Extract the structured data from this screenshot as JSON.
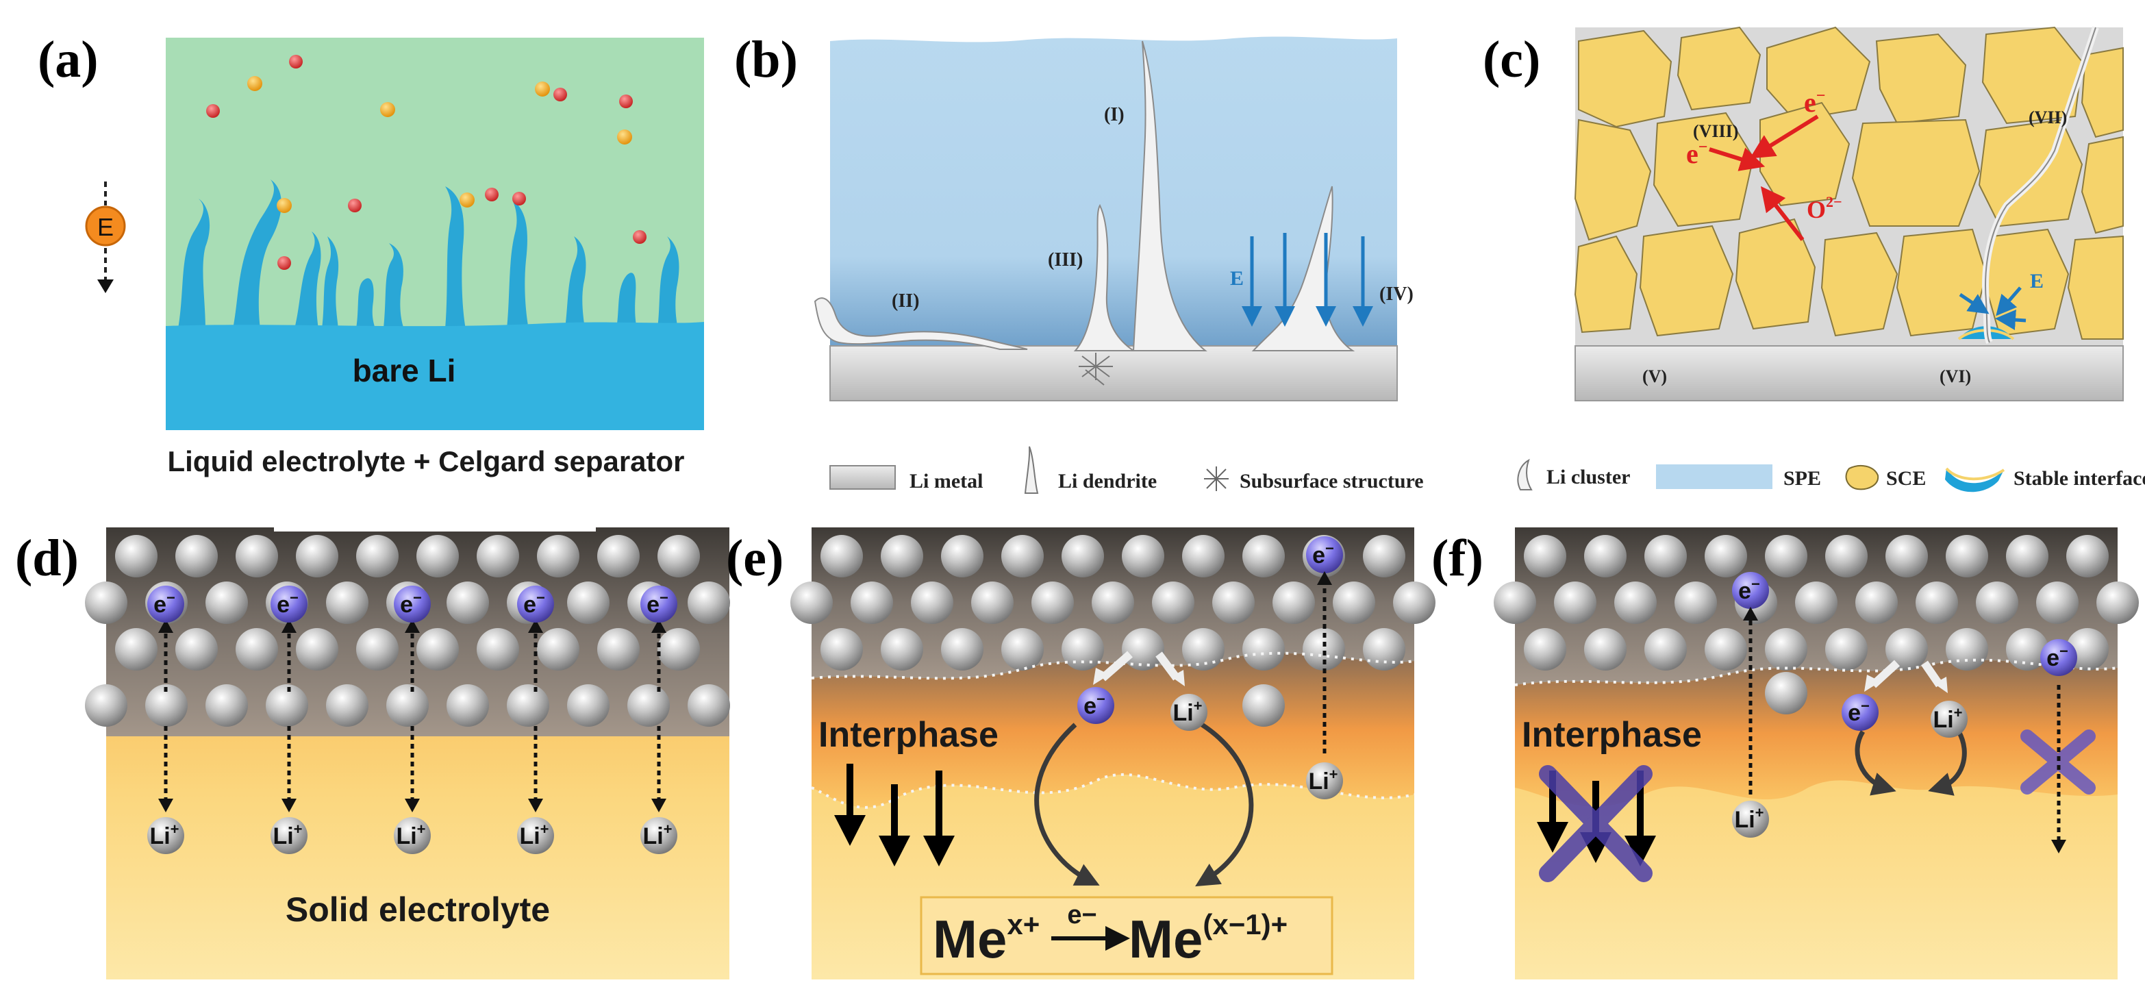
{
  "panels": {
    "a": {
      "label": "(a)",
      "field_label": "E",
      "metal_label": "bare Li",
      "caption": "Liquid electrolyte + Celgard separator",
      "colors": {
        "electrolyte": "#a8ddb5",
        "lithium": "#33b3e0",
        "dendrite": "#2aa7d6"
      }
    },
    "b": {
      "label": "(b)",
      "roman": [
        "(I)",
        "(II)",
        "(III)",
        "(IV)"
      ],
      "field_label": "E",
      "colors": {
        "spe": "#b7d8ef",
        "metal": "#cfcfcf"
      }
    },
    "c": {
      "label": "(c)",
      "roman": [
        "(V)",
        "(VI)",
        "(VII)",
        "(VIII)"
      ],
      "electron": "e",
      "electron_sup": "−",
      "oxide": "O",
      "oxide_sup": "2−",
      "field_label": "E",
      "colors": {
        "sce": "#f5d36b",
        "arrow": "#e02020"
      }
    },
    "d": {
      "label": "(d)",
      "electron": "e",
      "electron_sup": "−",
      "ion": "Li",
      "ion_sup": "+",
      "electrolyte_label": "Solid electrolyte"
    },
    "e": {
      "label": "(e)",
      "electron": "e",
      "electron_sup": "−",
      "ion": "Li",
      "ion_sup": "+",
      "interphase_label": "Interphase",
      "reaction_left": "Me",
      "reaction_left_sup": "x+",
      "reaction_arrow_label": "e−",
      "reaction_right": "Me",
      "reaction_right_sup": "(x−1)+"
    },
    "f": {
      "label": "(f)",
      "electron": "e",
      "electron_sup": "−",
      "ion": "Li",
      "ion_sup": "+",
      "interphase_label": "Interphase"
    }
  },
  "legend": {
    "items": [
      {
        "icon": "li-metal-icon",
        "label": "Li metal"
      },
      {
        "icon": "li-dendrite-icon",
        "label": "Li dendrite"
      },
      {
        "icon": "subsurface-structure-icon",
        "label": "Subsurface structure"
      },
      {
        "icon": "li-cluster-icon",
        "label": "Li cluster"
      },
      {
        "icon": "spe-icon",
        "label": "SPE"
      },
      {
        "icon": "sce-icon",
        "label": "SCE"
      },
      {
        "icon": "stable-interface-icon",
        "label": "Stable interface"
      }
    ]
  }
}
